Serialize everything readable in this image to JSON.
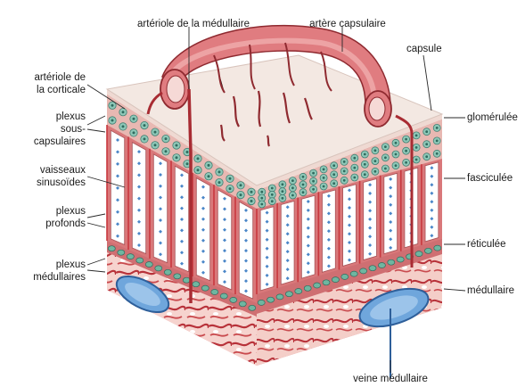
{
  "labels": {
    "arteriole_medullaire": "artériole de la médullaire",
    "artere_capsulaire": "artère capsulaire",
    "capsule": "capsule",
    "arteriole_corticale_1": "artériole de",
    "arteriole_corticale_2": "la corticale",
    "plexus_sous_1": "plexus",
    "plexus_sous_2": "sous-",
    "plexus_sous_3": "capsulaires",
    "vaisseaux_1": "vaisseaux",
    "vaisseaux_2": "sinusoïdes",
    "plexus_profonds_1": "plexus",
    "plexus_profonds_2": "profonds",
    "plexus_medullaires_1": "plexus",
    "plexus_medullaires_2": "médullaires",
    "glomerulee": "glomérulée",
    "fasciculee": "fasciculée",
    "reticulee": "réticulée",
    "medullaire": "médullaire",
    "veine_medullaire": "veine médullaire"
  },
  "colors": {
    "cortex_red": "#d9787a",
    "capsule_cream": "#f3e8e2",
    "glomerular_green": "#8fc8b8",
    "sinusoid_blue": "#4a86c8",
    "medulla_pink": "#f4c6c0",
    "vessel_red": "#c8383e",
    "vein_blue": "#6fa6dc",
    "leader_line": "#2a2a2a"
  }
}
